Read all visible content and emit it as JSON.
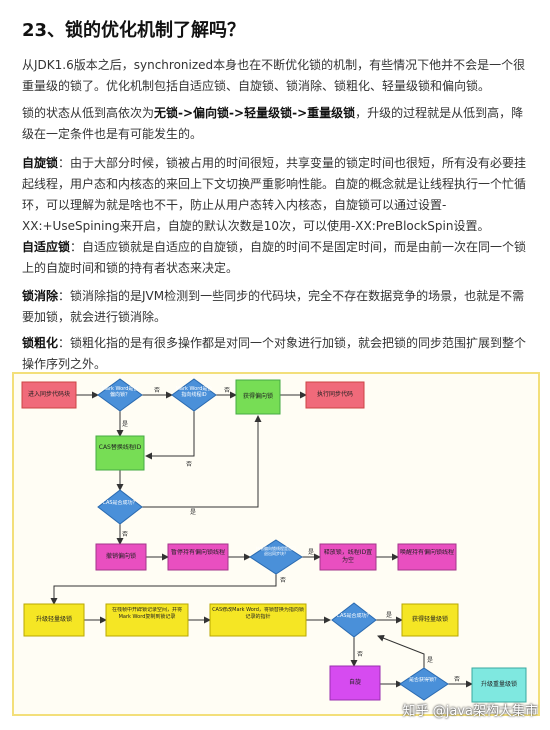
{
  "title": "23、锁的优化机制了解吗？",
  "p1": "从JDK1.6版本之后，synchronized本身也在不断优化锁的机制，有些情况下他并不会是一个很重量级的锁了。优化机制包括自适应锁、自旋锁、锁消除、锁粗化、轻量级锁和偏向锁。",
  "p2": {
    "pre": "锁的状态从低到高依次为",
    "bold": "无锁->偏向锁->轻量级锁->重量级锁",
    "post": "，升级的过程就是从低到高，降级在一定条件也是有可能发生的。"
  },
  "p3": {
    "label": "自旋锁",
    "text": "：由于大部分时候，锁被占用的时间很短，共享变量的锁定时间也很短，所有没有必要挂起线程，用户态和内核态的来回上下文切换严重影响性能。自旋的概念就是让线程执行一个忙循环，可以理解为就是啥也不干，防止从用户态转入内核态，自旋锁可以通过设置-XX:+UseSpining来开启，自旋的默认次数是10次，可以使用-XX:PreBlockSpin设置。"
  },
  "p4": {
    "label": "自适应锁",
    "text": "：自适应锁就是自适应的自旋锁，自旋的时间不是固定时间，而是由前一次在同一个锁上的自旋时间和锁的持有者状态来决定。"
  },
  "p5": {
    "label": "锁消除",
    "text": "：锁消除指的是JVM检测到一些同步的代码块，完全不存在数据竞争的场景，也就是不需要加锁，就会进行锁消除。"
  },
  "p6": {
    "label": "锁粗化",
    "text": "：锁粗化指的是有很多操作都是对同一个对象进行加锁，就会把锁的同步范围扩展到整个操作序列之外。"
  },
  "flowchart": {
    "nodes": {
      "enter": "进入同步代码块",
      "d1": "Mark Word是否偏向锁？",
      "d2": "Mark Word是否指向线程ID",
      "exec_biased": "获得偏向锁",
      "exec_sync": "执行同步代码",
      "cas_replace": "CAS替换线程ID",
      "d3": "CAS是否成功？",
      "revoke": "撤销偏向锁",
      "pause": "暂停持有偏向锁线程",
      "d4": "持有偏向锁线程是否已退出同步块？",
      "release": "释放锁，线程ID置为空",
      "wake": "唤醒持有偏向锁线程",
      "upgrade": "升级轻量级锁",
      "copy_mw": "在栈帧中开辟锁记录空间，并将Mark Word复制到锁记录",
      "cas_mw": "CAS修改Mark Word，将锁替换为指向锁记录的指针",
      "d5": "CAS是否成功？",
      "get_light": "获得轻量级锁",
      "spin": "自旋",
      "d6": "是否获得锁？",
      "heavy": "升级重量级锁"
    },
    "edge_labels": {
      "no": "否",
      "yes": "是"
    }
  },
  "watermark": "知乎 @java架构大集市"
}
